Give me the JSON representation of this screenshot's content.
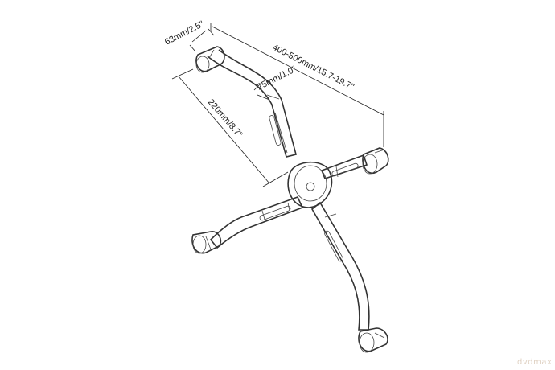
{
  "dimensions": {
    "width_span": "400-500mm/15.7-19.7\"",
    "height_span": "220mm/8.7\"",
    "clamp_height": "63mm/2.5\"",
    "arm_width": "25mm/1.0\""
  },
  "watermark": "dvdmax"
}
